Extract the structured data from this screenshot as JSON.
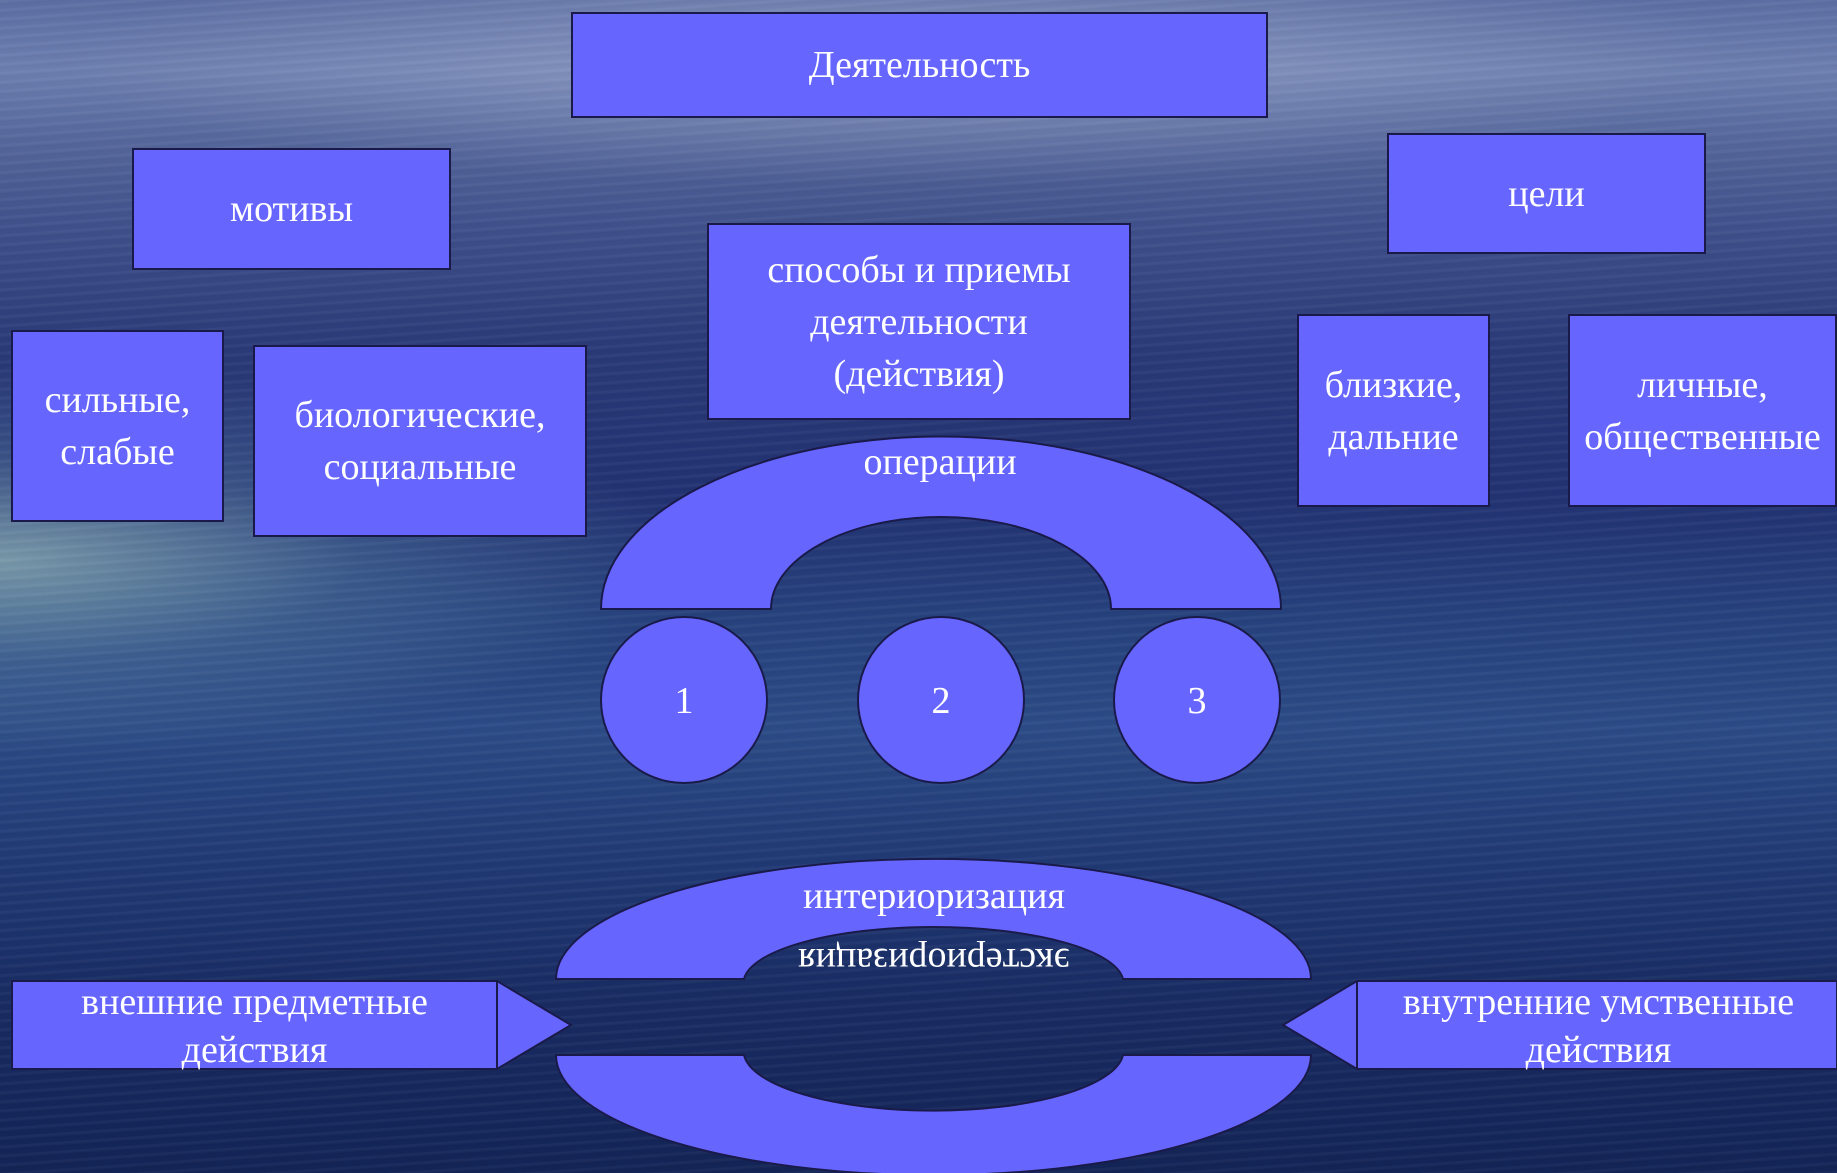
{
  "title": "Деятельность",
  "motives": {
    "label": "мотивы",
    "items": [
      "сильные,\nслабые",
      "биологические,\nсоциальные"
    ]
  },
  "methods": {
    "label": "способы и приемы\nдеятельности\n(действия)"
  },
  "goals": {
    "label": "цели",
    "items": [
      "близкие,\nдальние",
      "личные,\nобщественные"
    ]
  },
  "operations": {
    "label": "операции",
    "numbers": [
      "1",
      "2",
      "3"
    ]
  },
  "transformation": {
    "interiorization": "интериоризация",
    "exteriorization": "экстериоризация",
    "external": "внешние предметные\nдействия",
    "internal": "внутренние умственные\nдействия"
  },
  "colors": {
    "box_fill": "#6666ff",
    "box_border": "#1a1a4a",
    "text": "#ffffff",
    "background": "#2a3a78"
  }
}
